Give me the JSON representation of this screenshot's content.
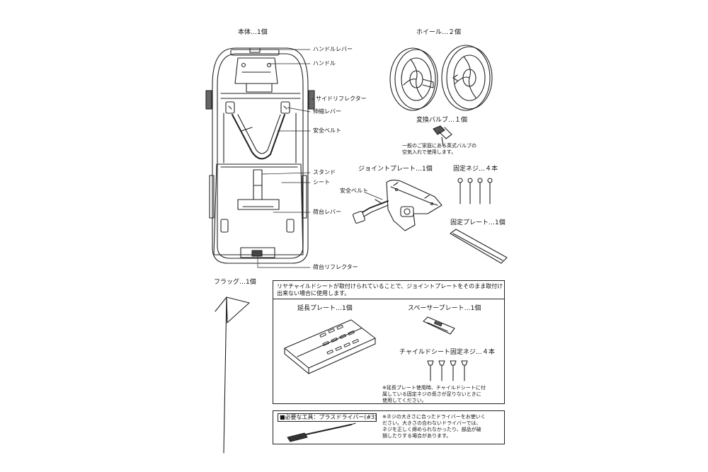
{
  "main_body": {
    "title": "本体…1個",
    "labels": {
      "handle_lever": "ハンドルレバー",
      "handle": "ハンドル",
      "side_reflector": "サイドリフレクター",
      "telescopic_lever": "伸縮レバー",
      "safety_belt": "安全ベルト",
      "stand": "スタンド",
      "seat": "シート",
      "carrier_lever": "荷台レバー",
      "carrier_reflector": "荷台リフレクター"
    }
  },
  "wheels": {
    "title": "ホイール…２個"
  },
  "valve": {
    "title": "変換バルブ…１個",
    "note_line1": "一般のご家庭にある英式バルブの",
    "note_line2": "空気入れで使用します。"
  },
  "joint_plate": {
    "title": "ジョイントプレート…1個",
    "belt_label": "安全ベルト"
  },
  "fix_screws": {
    "title": "固定ネジ…４本"
  },
  "fix_plate": {
    "title": "固定プレート…1個"
  },
  "flag": {
    "title": "フラッグ…1個"
  },
  "rear_seat_box": {
    "header_line1": "リヤチャイルドシートが取付けられていることで、ジョイントプレートをそのまま取付け",
    "header_line2": "出来ない場合に使用します。",
    "ext_plate_title": "延長プレート…1個",
    "spacer_plate_title": "スペーサープレート…1個",
    "child_screws_title": "チャイルドシート固定ネジ…４本",
    "note_line1": "※延長プレート使用時、チャイルドシートに付",
    "note_line2": "属している固定ネジの長さが足りないときに",
    "note_line3": "使用してください。"
  },
  "tools_box": {
    "title": "■必要な工具：プラスドライバー(#3)",
    "note_line1": "※ネジの大きさに合ったドライバーをお使いく",
    "note_line2": "ださい。大きさの合わないドライバーでは、",
    "note_line3": "ネジを正しく締められなかったり、部品が破",
    "note_line4": "損したりする場合があります。"
  }
}
